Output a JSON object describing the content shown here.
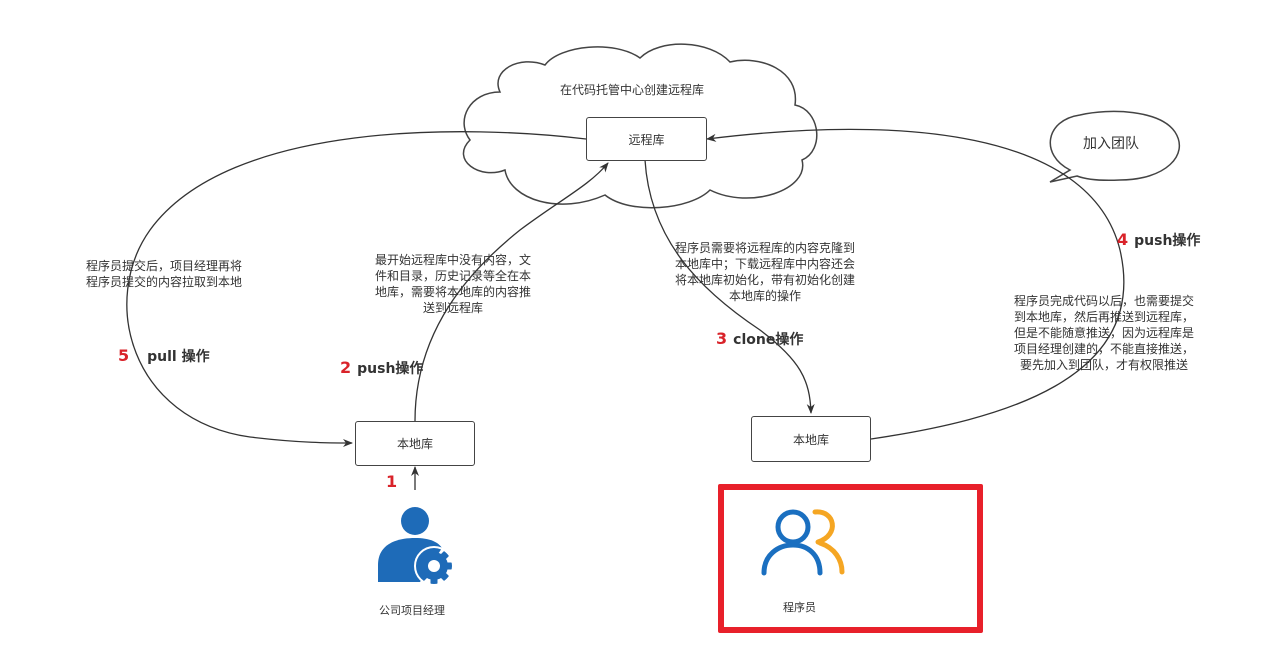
{
  "cloud": {
    "label": "在代码托管中心创建远程库"
  },
  "remote_repo": {
    "label": "远程库"
  },
  "local_repo_manager": {
    "label": "本地库"
  },
  "local_repo_programmer": {
    "label": "本地库"
  },
  "speech_bubble": {
    "label": "加入团队"
  },
  "steps": [
    {
      "num": "1",
      "text": ""
    },
    {
      "num": "2",
      "text": "push操作"
    },
    {
      "num": "3",
      "text": "clone操作"
    },
    {
      "num": "4",
      "text": "push操作"
    },
    {
      "num": "5",
      "text": "pull 操作"
    }
  ],
  "descriptions": {
    "pull": [
      "程序员提交后，项目经理再将",
      "程序员提交的内容拉取到本地"
    ],
    "push_initial": [
      "最开始远程库中没有内容，文",
      "件和目录，历史记录等全在本",
      "地库，需要将本地库的内容推",
      "送到远程库"
    ],
    "clone": [
      "程序员需要将远程库的内容克隆到",
      "本地库中；下载远程库中内容还会",
      "将本地库初始化，带有初始化创建",
      "本地库的操作"
    ],
    "push_team": [
      "程序员完成代码以后，也需要提交",
      "到本地库，然后再推送到远程库，",
      "但是不能随意推送，因为远程库是",
      "项目经理创建的，不能直接推送，",
      "要先加入到团队，才有权限推送"
    ]
  },
  "actors": {
    "manager": {
      "label": "公司项目经理",
      "icon": "user-gear-icon",
      "color": "#1e6bb8"
    },
    "programmer": {
      "label": "程序员",
      "icon": "people-icon",
      "colors": [
        "#1a6fc0",
        "#f5a623"
      ]
    }
  },
  "highlight_color": "#e8202a"
}
